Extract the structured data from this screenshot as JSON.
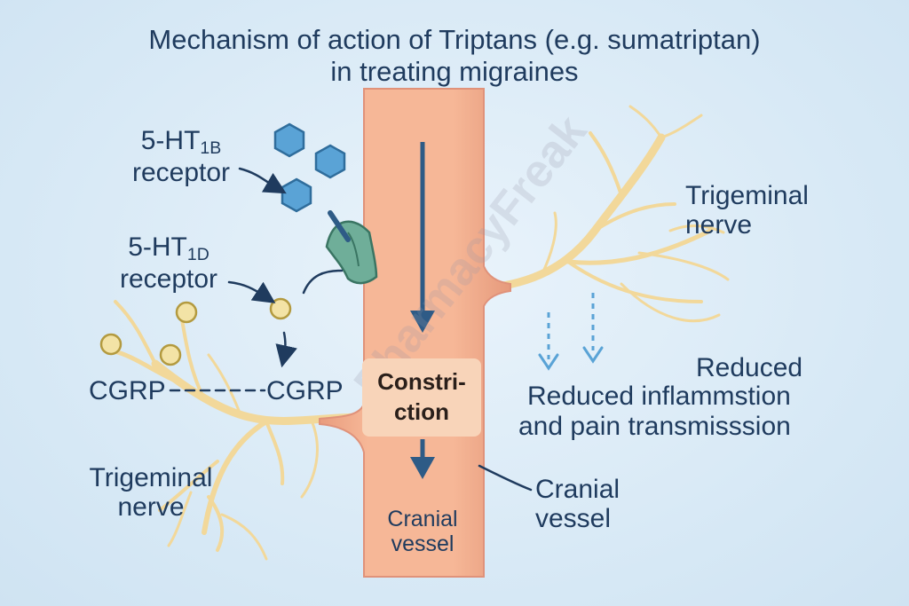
{
  "title": {
    "line1": "Mechanism of action of  Triptans (e.g. sumatriptan)",
    "line2": "in treating migraines"
  },
  "labels": {
    "receptor_1b_main": "5-HT",
    "receptor_1b_sub": "1B",
    "receptor_1b_word": "receptor",
    "receptor_1d_main": "5-HT",
    "receptor_1d_sub": "1D",
    "receptor_1d_word": "receptor",
    "cgrp_left": "CGRP",
    "cgrp_right": "CGRP",
    "trigeminal_left_1": "Trigeminal",
    "trigeminal_left_2": "nerve",
    "trigeminal_right_1": "Trigeminal",
    "trigeminal_right_2": "nerve",
    "reduced": "Reduced",
    "reduced_line1": "Reduced inflammstion",
    "reduced_line2": "and pain transmisssion",
    "constriction_1": "Constri-",
    "constriction_2": "ction",
    "cranial_vessel_inner_1": "Cranial",
    "cranial_vessel_inner_2": "vessel",
    "cranial_vessel_outer_1": "Cranial",
    "cranial_vessel_outer_2": "vessel"
  },
  "watermark": "PharmacyFreak",
  "colors": {
    "background": "#d6e8f5",
    "text": "#1f3b5e",
    "vessel": "#f4b393",
    "vessel_edge": "#e59a7a",
    "nerve": "#f5dca0",
    "hexagon": "#5aa3d6",
    "cgrp_dot": "#f3e3a6",
    "receptor": "#6fae99",
    "arrow": "#2e5b86"
  },
  "icons": {
    "drug_molecule": "hexagon-icon",
    "receptor": "receptor-icon",
    "cgrp_molecule": "circle-icon"
  }
}
